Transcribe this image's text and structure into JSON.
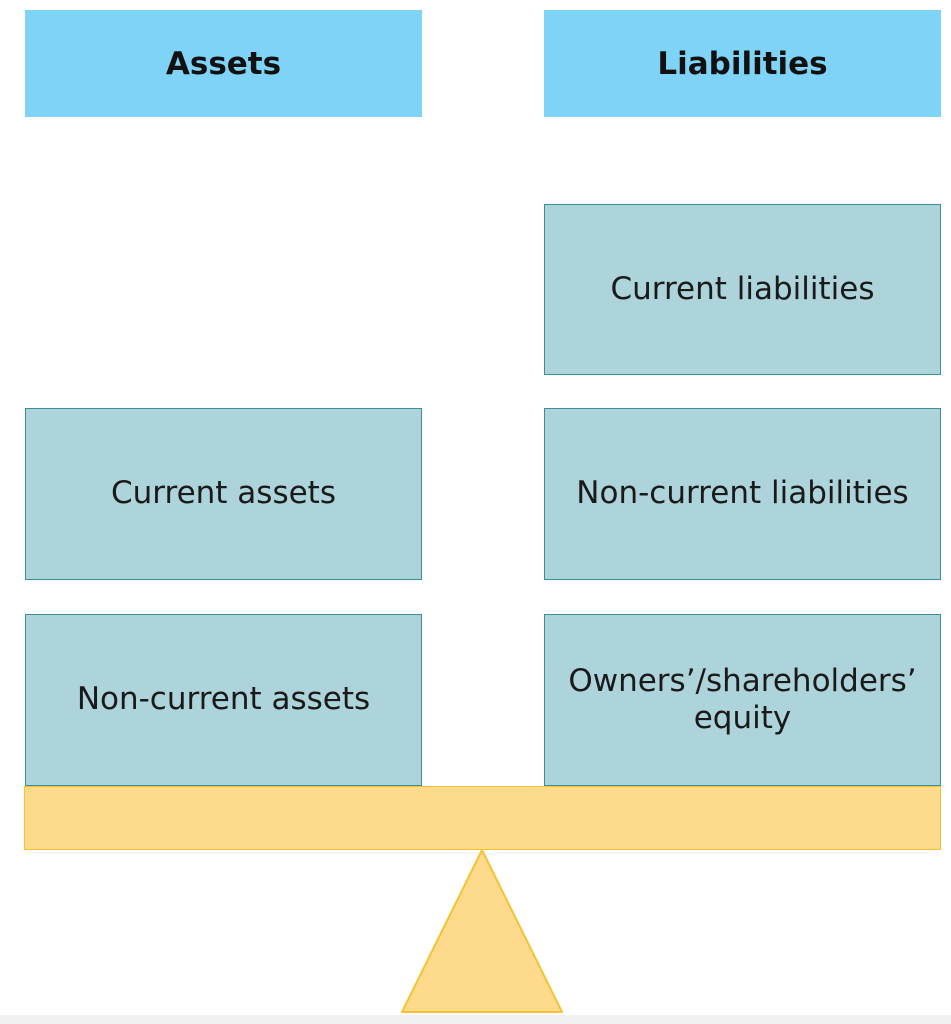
{
  "headers": {
    "left": "Assets",
    "right": "Liabilities"
  },
  "assets": {
    "current": "Current assets",
    "non_current": "Non-current assets"
  },
  "liabilities": {
    "current": "Current liabilities",
    "non_current": "Non-current liabilities",
    "equity_line1": "Owners’/shareholders’",
    "equity_line2": "equity"
  },
  "colors": {
    "header_fill": "#7fd3f7",
    "block_fill": "#acd4da",
    "block_border": "#3c8f98",
    "beam_fill": "#fedb8c",
    "beam_border": "#f6c231"
  }
}
